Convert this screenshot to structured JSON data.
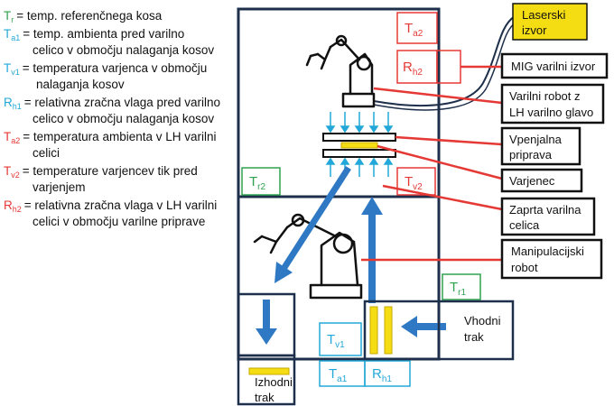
{
  "legend": [
    {
      "sym": "T",
      "sub": "r",
      "color": "#2ea24e",
      "lines": [
        "= temp. referenčnega kosa"
      ]
    },
    {
      "sym": "T",
      "sub": "a1",
      "color": "#22a8d8",
      "lines": [
        "= temp. ambienta pred varilno",
        "celico v območju nalaganja kosov"
      ]
    },
    {
      "sym": "T",
      "sub": "v1",
      "color": "#22a8d8",
      "lines": [
        "= temperatura varjenca v območju",
        "nalaganja kosov"
      ]
    },
    {
      "sym": "R",
      "sub": "h1",
      "color": "#22a8d8",
      "lines": [
        "= relativna zračna vlaga pred varilno",
        "celico v območju nalaganja kosov"
      ]
    },
    {
      "sym": "T",
      "sub": "a2",
      "color": "#e53935",
      "lines": [
        "= temperatura ambienta v LH varilni",
        "celici"
      ]
    },
    {
      "sym": "T",
      "sub": "v2",
      "color": "#e53935",
      "lines": [
        "= temperature varjencev tik pred",
        "varjenjem"
      ]
    },
    {
      "sym": "R",
      "sub": "h2",
      "color": "#e53935",
      "lines": [
        "= relativna zračna vlaga v LH varilni",
        "celici v območju varilne priprave"
      ]
    }
  ],
  "sensors": {
    "Ta2": {
      "sym": "T",
      "sub": "a2"
    },
    "Rh2": {
      "sym": "R",
      "sub": "h2"
    },
    "Tr2": {
      "sym": "T",
      "sub": "r2"
    },
    "Tv2": {
      "sym": "T",
      "sub": "v2"
    },
    "Tr1": {
      "sym": "T",
      "sub": "r1"
    },
    "Tv1": {
      "sym": "T",
      "sub": "v1"
    },
    "Ta1": {
      "sym": "T",
      "sub": "a1"
    },
    "Rh1": {
      "sym": "R",
      "sub": "h1"
    }
  },
  "callouts": {
    "laser": [
      "Laserski",
      "izvor"
    ],
    "mig": [
      "MIG varilni izvor"
    ],
    "robot": [
      "Varilni robot z",
      "LH varilno glavo"
    ],
    "fixture": [
      "Vpenjalna",
      "priprava"
    ],
    "workpiece": [
      "Varjenec"
    ],
    "cell": [
      "Zaprta varilna",
      "celica"
    ],
    "manipulator": [
      "Manipulacijski",
      "robot"
    ]
  },
  "conveyors": {
    "input": [
      "Vhodni",
      "trak"
    ],
    "output": [
      "Izhodni",
      "trak"
    ]
  },
  "colors": {
    "navy": "#1d2f4a",
    "red": "#e53935",
    "green": "#2ea24e",
    "cyan": "#22a8d8",
    "blue": "#2f79c4",
    "yellow": "#f5dd13"
  }
}
